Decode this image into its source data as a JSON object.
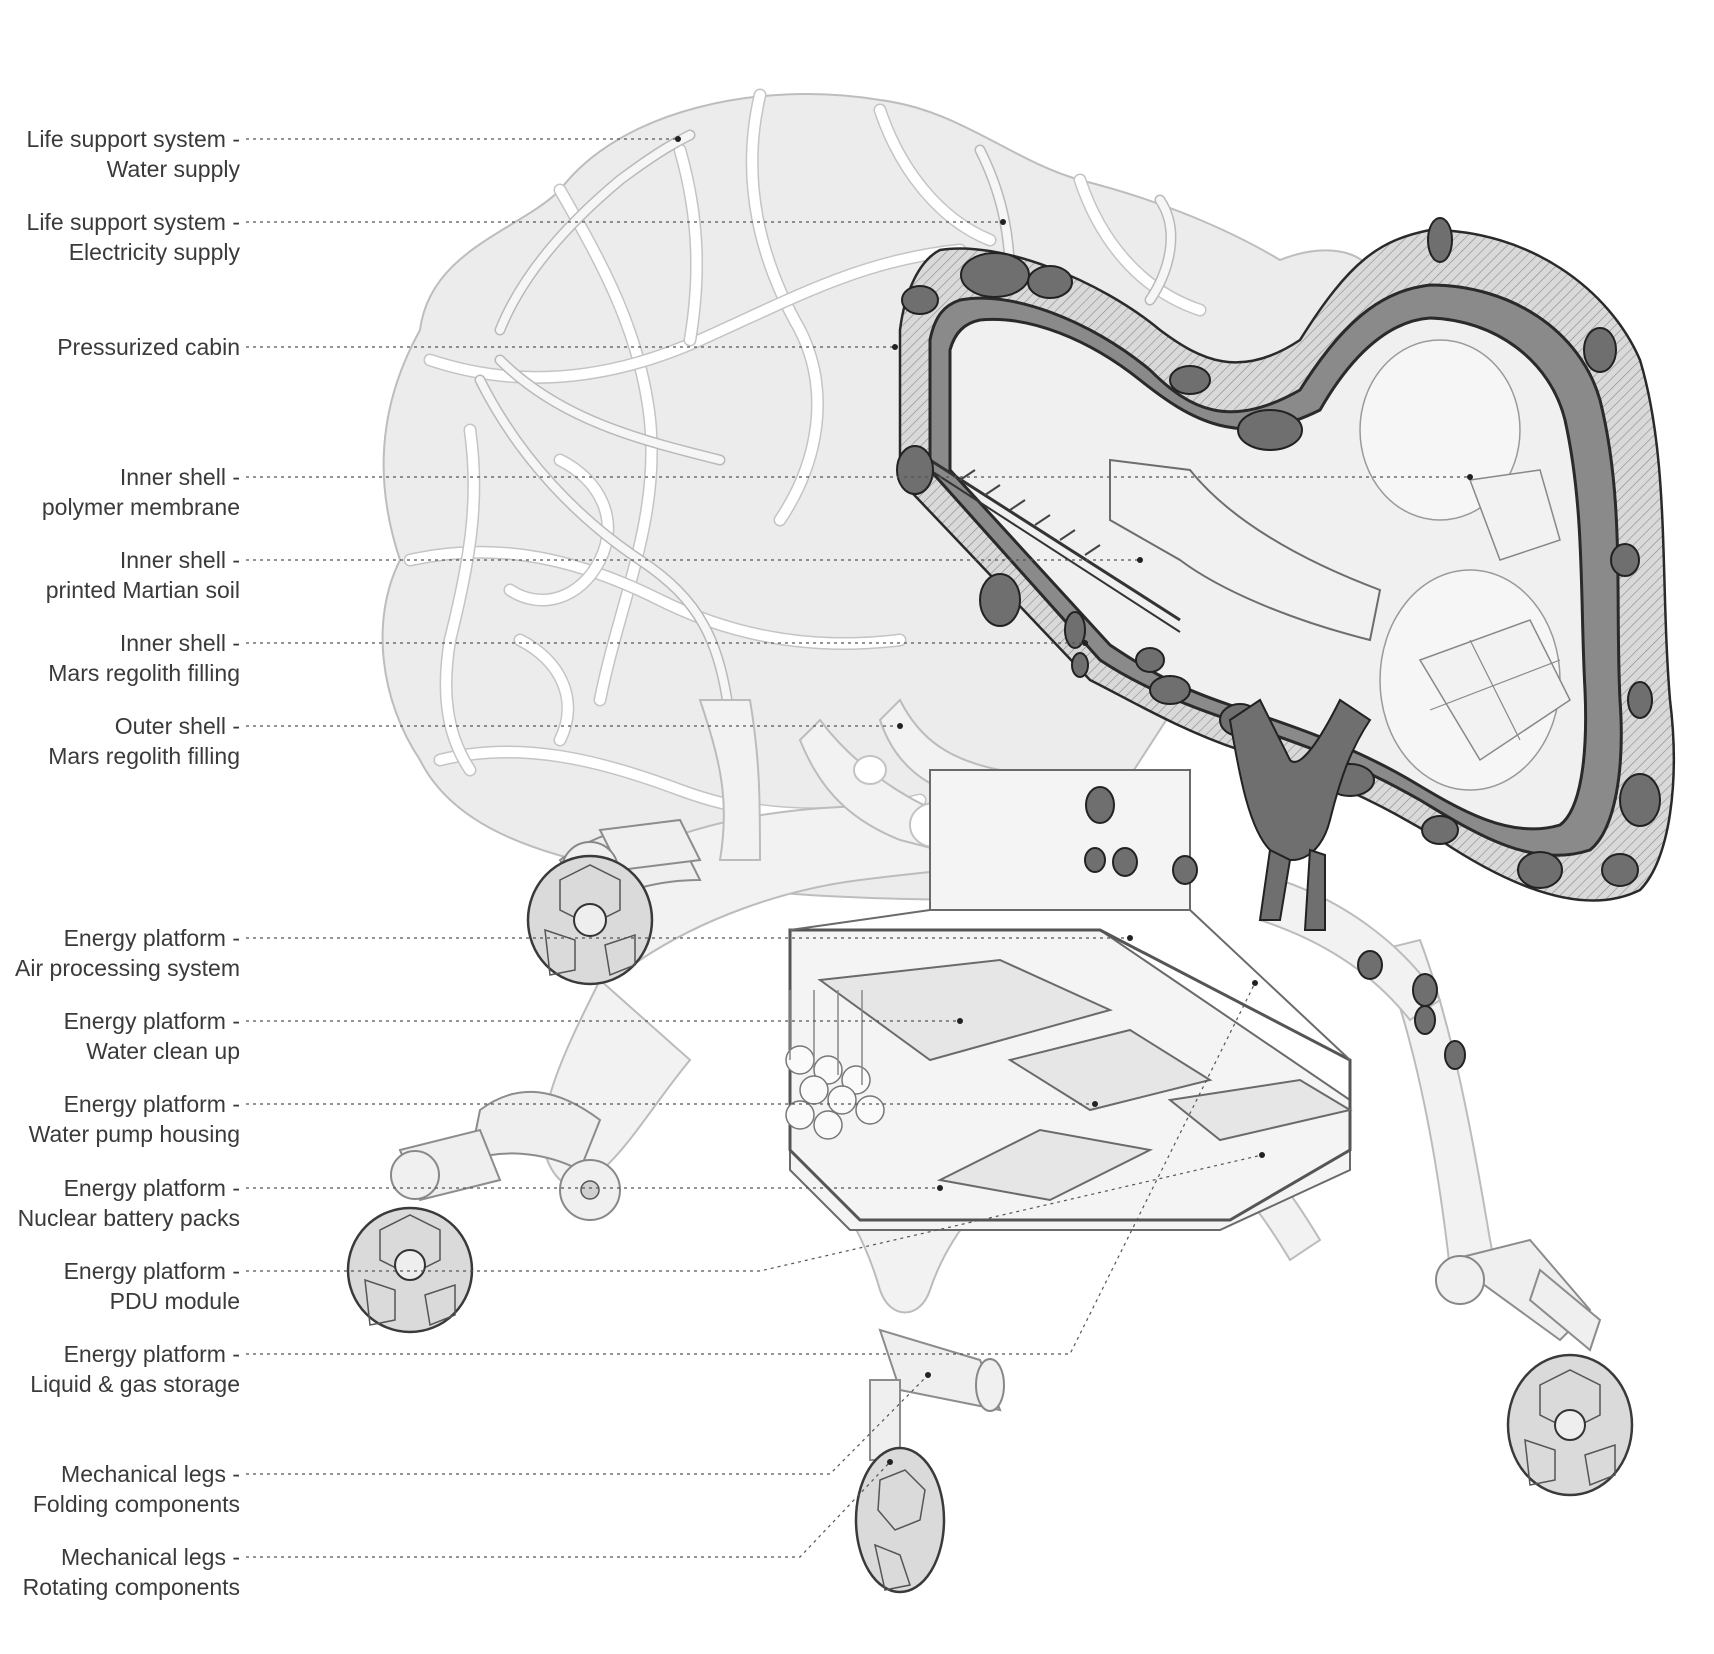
{
  "labels": [
    {
      "line1": "Life support system -",
      "line2": "Water supply"
    },
    {
      "line1": "Life support system -",
      "line2": "Electricity supply"
    },
    {
      "line1": "Pressurized cabin",
      "line2": ""
    },
    {
      "line1": "Inner shell -",
      "line2": "polymer membrane"
    },
    {
      "line1": "Inner shell -",
      "line2": "printed Martian soil"
    },
    {
      "line1": "Inner shell -",
      "line2": "Mars regolith filling"
    },
    {
      "line1": "Outer shell -",
      "line2": "Mars regolith filling"
    },
    {
      "line1": "Energy platform -",
      "line2": "Air processing system"
    },
    {
      "line1": "Energy platform -",
      "line2": "Water clean up"
    },
    {
      "line1": "Energy platform -",
      "line2": "Water pump housing"
    },
    {
      "line1": "Energy platform -",
      "line2": "Nuclear battery packs"
    },
    {
      "line1": "Energy platform -",
      "line2": "PDU module"
    },
    {
      "line1": "Energy platform -",
      "line2": "Liquid & gas storage"
    },
    {
      "line1": "Mechanical legs -",
      "line2": "Folding components"
    },
    {
      "line1": "Mechanical legs -",
      "line2": "Rotating components"
    }
  ]
}
